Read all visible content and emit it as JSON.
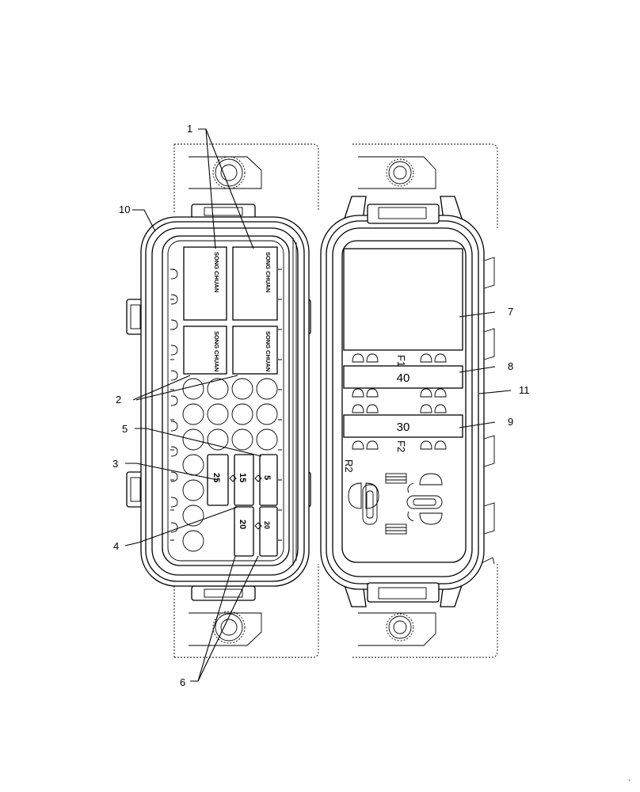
{
  "callouts": [
    "1",
    "2",
    "3",
    "4",
    "5",
    "6",
    "7",
    "8",
    "9",
    "10",
    "11"
  ],
  "relay_brand": "SONG CHUAN",
  "fuses_left": {
    "f25": "25",
    "f15": "15",
    "f5": "5",
    "f20a": "20",
    "f20b": "20"
  },
  "cover": {
    "fuse_40": "40",
    "fuse_30": "30",
    "mark_f1": "F1",
    "mark_f2": "F2",
    "mark_r2": "R2"
  },
  "corner_mark": "`"
}
